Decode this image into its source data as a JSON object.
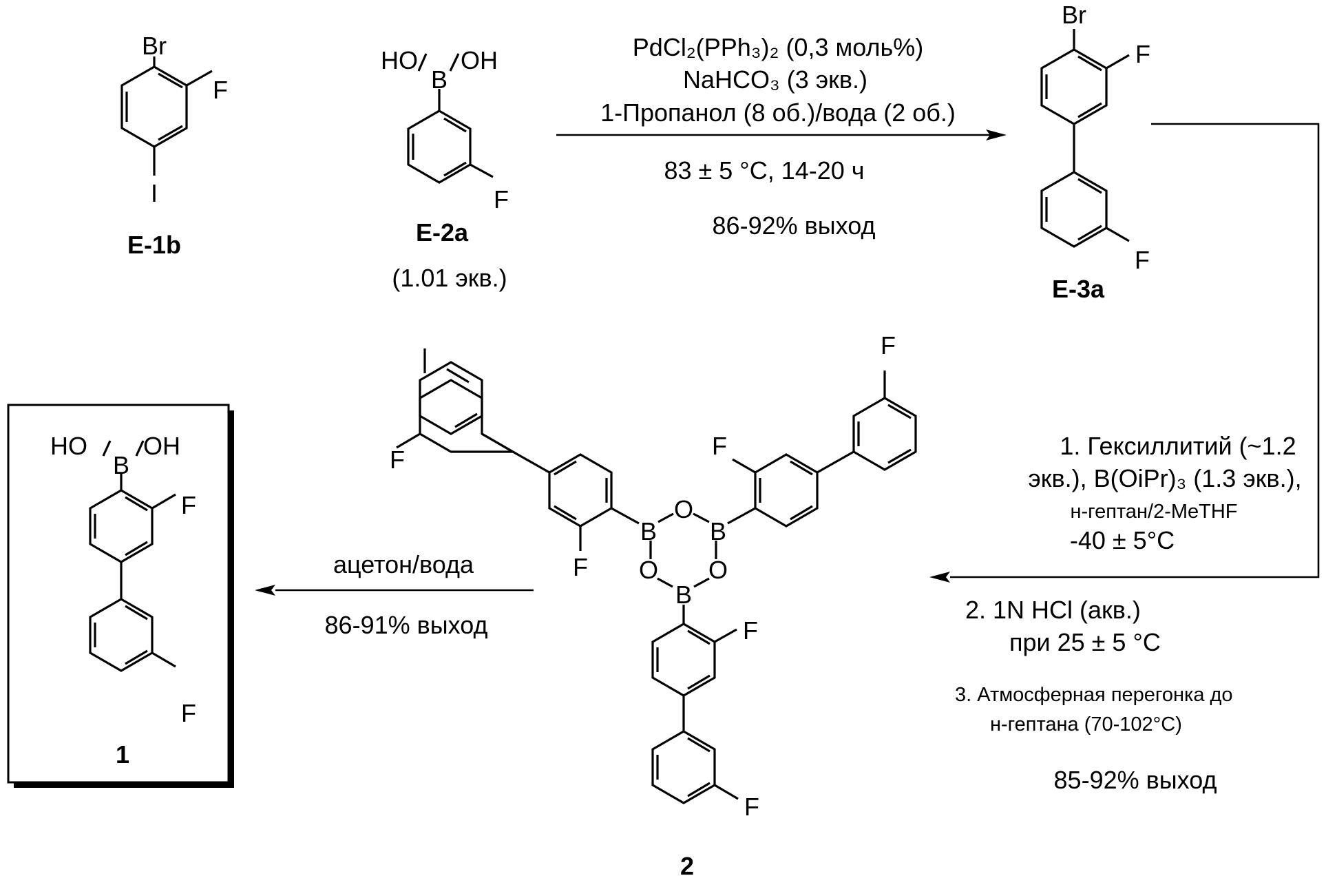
{
  "compounds": {
    "e1b": "E-1b",
    "e2a": "E-2a",
    "e2a_equiv": "(1.01 экв.)",
    "e3a": "E-3a",
    "c2": "2",
    "c1": "1"
  },
  "atoms": {
    "br": "Br",
    "f": "F",
    "i": "I",
    "b": "B",
    "o": "O",
    "ho": "HO",
    "oh": "OH"
  },
  "step1": {
    "catalyst": "PdCl₂(PPh₃)₂ (0,3 моль%)",
    "base": "NaHCO₃ (3 экв.)",
    "solvent": "1-Пропанол (8 об.)/вода (2 об.)",
    "temp": "83 ± 5 °C, 14-20 ч",
    "yield": "86-92% выход"
  },
  "step2": {
    "line1": "1. Гексиллитий (~1.2",
    "line2": "экв.), B(OiPr)₃ (1.3 экв.),",
    "line3": "н-гептан/2-MeTHF",
    "line4": "-40 ± 5°C",
    "line5": "2.  1N HCl (акв.)",
    "line6": "при  25 ± 5 °C",
    "line7": "3.  Атмосферная перегонка до",
    "line8": "н-гептана (70-102°C)",
    "yield": "85-92% выход"
  },
  "step3": {
    "solvent": "ацетон/вода",
    "yield": "86-91% выход"
  }
}
